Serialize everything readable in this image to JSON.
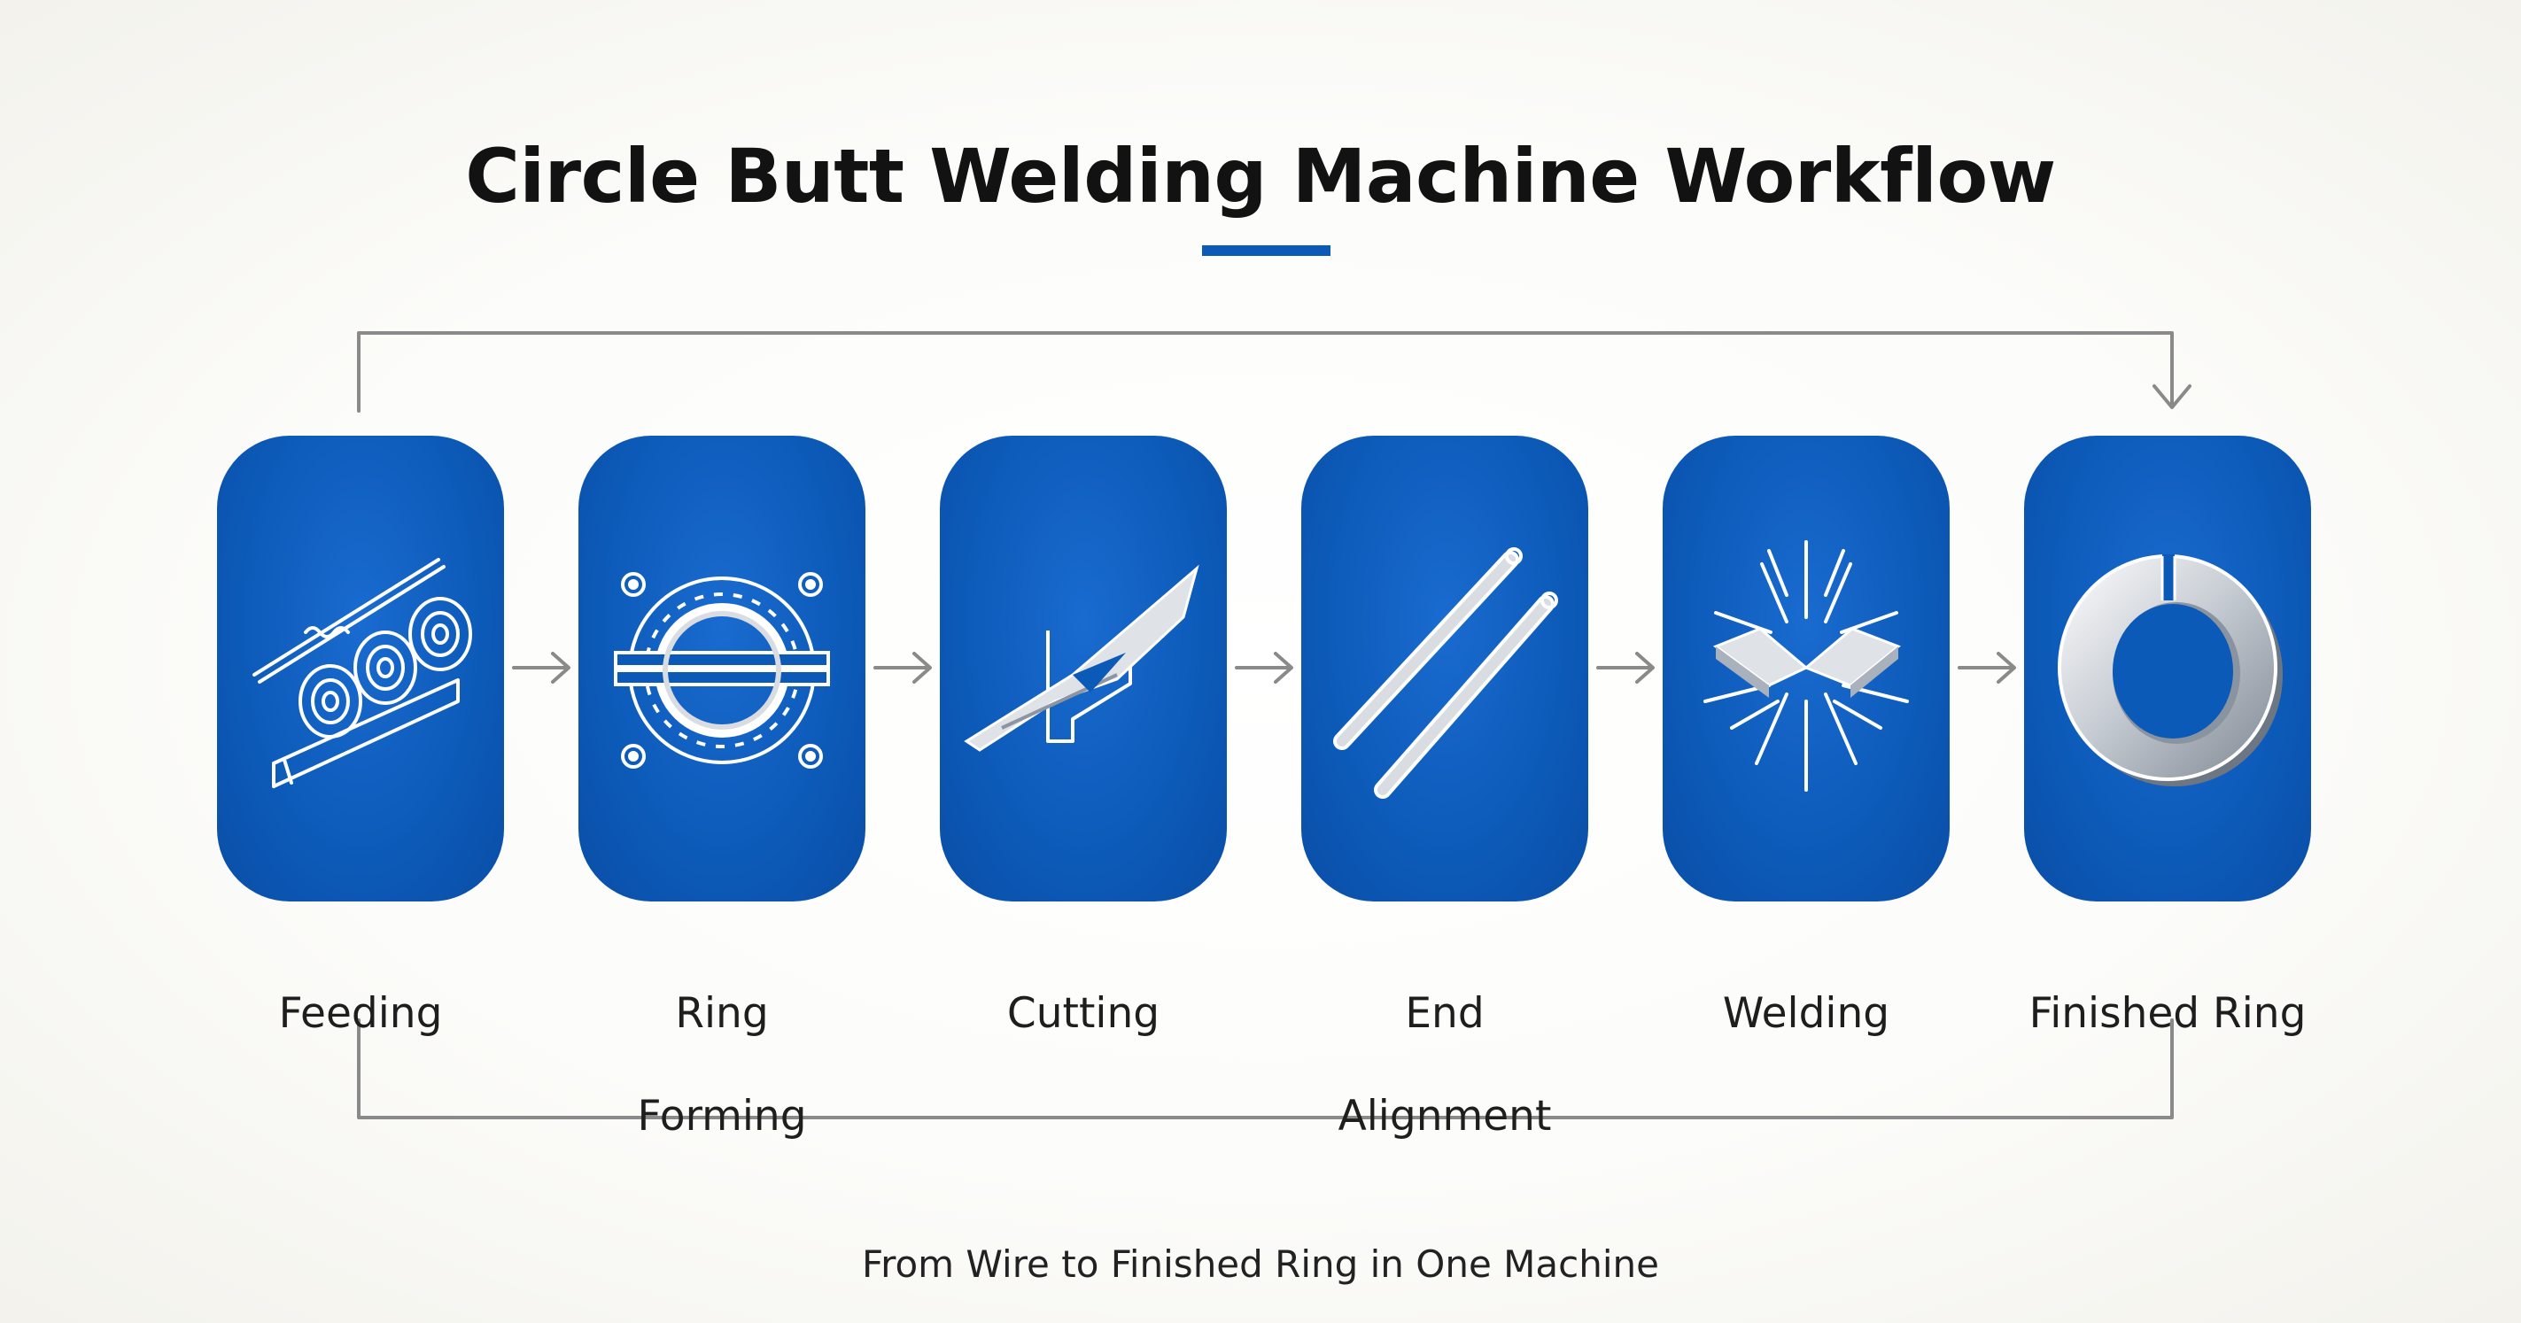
{
  "title": "Circle Butt Welding Machine Workflow",
  "subtitle": "From Wire to Finished Ring in One Machine",
  "colors": {
    "accent": "#0c5ab8",
    "connector": "#8a8a8a",
    "icon_line": "#ffffff",
    "metal": "#d9dde2"
  },
  "steps": [
    {
      "label_lines": [
        "Feeding"
      ],
      "icon": "wire-feed-rollers-icon"
    },
    {
      "label_lines": [
        "Ring",
        "Forming"
      ],
      "icon": "ring-forming-die-icon"
    },
    {
      "label_lines": [
        "Cutting"
      ],
      "icon": "cutting-blade-icon"
    },
    {
      "label_lines": [
        "End",
        "Alignment"
      ],
      "icon": "wire-ends-alignment-icon"
    },
    {
      "label_lines": [
        "Welding"
      ],
      "icon": "welding-sparks-icon"
    },
    {
      "label_lines": [
        "Finished Ring"
      ],
      "icon": "finished-ring-icon"
    }
  ]
}
